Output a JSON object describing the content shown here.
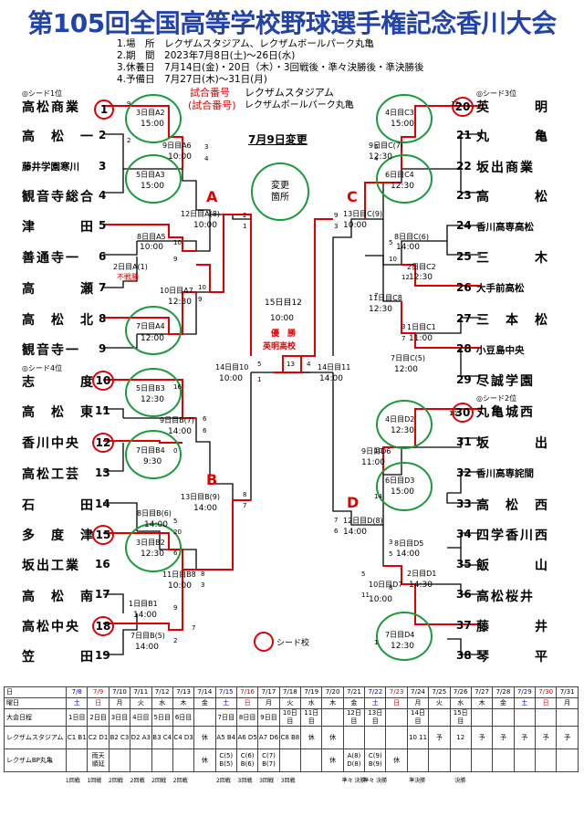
{
  "title": "第105回全国高等学校野球選手権記念香川大会",
  "info": [
    "1.場　所　レクザムスタジアム、レクザムボールパーク丸亀",
    "2.期　間　2023年7月8日(土)～26日(水)",
    "3.休養日　7月14日(金)・20日（木）・3回戦後・準々決勝後・準決勝後",
    "4.予備日　7月27日(木)～31日(月)"
  ],
  "legend": {
    "no1": "試合番号",
    "venue1": "レクザムスタジアム",
    "no2": "(試合番号)",
    "venue2": "レクザムボールパーク丸亀",
    "change_date": "7月9日変更",
    "changed": "変更\n箇所",
    "seed_label": "シード校"
  },
  "left_teams": [
    {
      "num": "1",
      "name": "高松商業",
      "seed": "◎シード1位"
    },
    {
      "num": "2",
      "name": "高　松　一"
    },
    {
      "num": "3",
      "name": "藤井学園寒川"
    },
    {
      "num": "4",
      "name": "観音寺総合"
    },
    {
      "num": "5",
      "name": "津　　　田"
    },
    {
      "num": "6",
      "name": "善通寺一"
    },
    {
      "num": "7",
      "name": "高　　　瀬"
    },
    {
      "num": "8",
      "name": "高　松　北"
    },
    {
      "num": "9",
      "name": "観音寺一"
    },
    {
      "num": "10",
      "name": "志　　　度",
      "seed": "◎シード4位"
    },
    {
      "num": "11",
      "name": "高　松　東"
    },
    {
      "num": "12",
      "name": "香川中央"
    },
    {
      "num": "13",
      "name": "高松工芸"
    },
    {
      "num": "14",
      "name": "石　　　田"
    },
    {
      "num": "15",
      "name": "多　度　津"
    },
    {
      "num": "16",
      "name": "坂出工業"
    },
    {
      "num": "17",
      "name": "高　松　南"
    },
    {
      "num": "18",
      "name": "高松中央"
    },
    {
      "num": "19",
      "name": "笠　　　田"
    }
  ],
  "right_teams": [
    {
      "num": "20",
      "name": "英　　　明",
      "seed": "◎シード3位"
    },
    {
      "num": "21",
      "name": "丸　　　亀"
    },
    {
      "num": "22",
      "name": "坂出商業"
    },
    {
      "num": "23",
      "name": "高　　　松"
    },
    {
      "num": "24",
      "name": "香川高専高松"
    },
    {
      "num": "25",
      "name": "三　　　木"
    },
    {
      "num": "26",
      "name": "大手前高松"
    },
    {
      "num": "27",
      "name": "三　本　松"
    },
    {
      "num": "28",
      "name": "小豆島中央"
    },
    {
      "num": "29",
      "name": "尽誠学園"
    },
    {
      "num": "30",
      "name": "丸亀城西",
      "seed": "◎シード2位"
    },
    {
      "num": "31",
      "name": "坂　　　出"
    },
    {
      "num": "32",
      "name": "香川高専詫間"
    },
    {
      "num": "33",
      "name": "高　松　西"
    },
    {
      "num": "34",
      "name": "四学香川西"
    },
    {
      "num": "35",
      "name": "飯　　　山"
    },
    {
      "num": "36",
      "name": "高松桜井"
    },
    {
      "num": "37",
      "name": "藤　　　井"
    },
    {
      "num": "38",
      "name": "琴　　　平"
    }
  ],
  "blocks": {
    "a": "A",
    "b": "B",
    "c": "C",
    "d": "D"
  },
  "matches_left": [
    {
      "label": "3日目A2",
      "time": "15:00"
    },
    {
      "label": "9日目A6",
      "time": "10:00"
    },
    {
      "label": "5日目A3",
      "time": "15:00"
    },
    {
      "label": "12日目A(8)",
      "time": "10:00"
    },
    {
      "label": "8日目A5",
      "time": "10:00"
    },
    {
      "label": "2日目A(1)",
      "time": "不戦勝"
    },
    {
      "label": "10日目A7",
      "time": "12:30"
    },
    {
      "label": "7日目A4",
      "time": "12:00"
    },
    {
      "label": "5日目B3",
      "time": "12:30"
    },
    {
      "label": "9日目B(7)",
      "time": "14:00"
    },
    {
      "label": "7日目B4",
      "time": "9:30"
    },
    {
      "label": "13日目B(9)",
      "time": "14:00"
    },
    {
      "label": "8日目B(6)",
      "time": "14:00"
    },
    {
      "label": "3日目B2",
      "time": "12:30"
    },
    {
      "label": "11日目B8",
      "time": "10:00"
    },
    {
      "label": "1日目B1",
      "time": "14:00"
    },
    {
      "label": "7日目B(5)",
      "time": "14:00"
    },
    {
      "label": "14日目10",
      "time": "10:00"
    }
  ],
  "matches_right": [
    {
      "label": "4日目C3",
      "time": "15:00"
    },
    {
      "label": "9日目C(7)",
      "time": "12:30"
    },
    {
      "label": "6日目C4",
      "time": "12:30"
    },
    {
      "label": "13日目C(9)",
      "time": "10:00"
    },
    {
      "label": "8日目C(6)",
      "time": "14:00"
    },
    {
      "label": "2日目C2",
      "time": "12:30"
    },
    {
      "label": "11日目C8",
      "time": "12:30"
    },
    {
      "label": "1日目C1",
      "time": "11:00"
    },
    {
      "label": "7日目C(5)",
      "time": "12:00"
    },
    {
      "label": "4日目D2",
      "time": "12:30"
    },
    {
      "label": "9日目D6",
      "time": "11:00"
    },
    {
      "label": "6日目D3",
      "time": "15:00"
    },
    {
      "label": "12日目D(8)",
      "time": "14:00"
    },
    {
      "label": "8日目D5",
      "time": "14:00"
    },
    {
      "label": "2日目D1",
      "time": "14:30"
    },
    {
      "label": "10日目D7",
      "time": "10:00"
    },
    {
      "label": "7日目D4",
      "time": "12:30"
    },
    {
      "label": "14日目11",
      "time": "14:00"
    }
  ],
  "final": {
    "label": "15日目12",
    "time": "10:00",
    "winner_title": "優　勝",
    "winner": "英明高校"
  },
  "scores": {
    "s1": "9",
    "s2": "2",
    "s3": "3",
    "s4": "4",
    "s5": "10",
    "s6": "9",
    "s7": "10",
    "s8": "9",
    "s9": "2",
    "s10": "1",
    "s11": "16",
    "s12": "6",
    "s13": "6",
    "s14": "0",
    "s15": "8",
    "s16": "7",
    "s17": "5",
    "s18": "20",
    "s19": "6",
    "s20": "8",
    "s21": "3",
    "s22": "9",
    "s23": "7",
    "s24": "2",
    "s25": "5",
    "s26": "13",
    "s27": "4",
    "s28": "1",
    "r1": "12",
    "r2": "6",
    "r3": "4",
    "r4": "9",
    "r5": "3",
    "r6": "5",
    "r7": "10",
    "r8": "12",
    "r9": "7",
    "r10": "3",
    "r11": "7",
    "r12": "10",
    "r13": "10",
    "r14": "14",
    "r15": "7",
    "r16": "6",
    "r17": "3",
    "r18": "5",
    "r19": "5",
    "r20": "8",
    "r21": "11",
    "r22": "1"
  },
  "schedule": {
    "headers": [
      "日",
      "曜日",
      "大会日程",
      "レクザムスタジアム",
      "レクザムBP丸亀"
    ],
    "dates": [
      "7/8",
      "7/9",
      "7/10",
      "7/11",
      "7/12",
      "7/13",
      "7/14",
      "7/15",
      "7/16",
      "7/17",
      "7/18",
      "7/19",
      "7/20",
      "7/21",
      "7/22",
      "7/23",
      "7/24",
      "7/25",
      "7/26",
      "7/27",
      "7/28",
      "7/29",
      "7/30",
      "7/31"
    ],
    "days": [
      "土",
      "日",
      "月",
      "火",
      "水",
      "木",
      "金",
      "土",
      "日",
      "月",
      "火",
      "水",
      "木",
      "金",
      "土",
      "日",
      "月",
      "火",
      "水",
      "木",
      "金",
      "土",
      "日",
      "月"
    ],
    "program": [
      "1日目",
      "2日目",
      "3日目",
      "4日目",
      "5日目",
      "6日目",
      "",
      "7日目",
      "8日目",
      "9日目",
      "10日目",
      "11日目",
      "",
      "12日目",
      "13日目",
      "",
      "14日目",
      "",
      "15日目",
      "",
      "",
      "",
      "",
      ""
    ],
    "stadium": [
      "C1 B1",
      "C2 D1",
      "B2 C3",
      "D2 A3",
      "B3 C4",
      "C4 D3",
      "休",
      "A5 B4",
      "A6 D5",
      "A7 D6",
      "C8 B8",
      "休",
      "休",
      "",
      "",
      "",
      "10 11",
      "予",
      "12",
      "予",
      "予",
      "予",
      "予",
      "予"
    ],
    "bp": [
      "",
      "雨天 順延",
      "",
      "",
      "",
      "",
      "休",
      "C(5) B(5)",
      "C(6) B(6)",
      "C(7) B(7)",
      "",
      "",
      "休",
      "A(8) D(8)",
      "C(9) B(9)",
      "休",
      "",
      "",
      "",
      "",
      "",
      "",
      "",
      ""
    ],
    "rounds": [
      "1回戦",
      "1回戦",
      "2回戦",
      "2回戦",
      "2回戦",
      "2回戦",
      "",
      "2回戦",
      "3回戦",
      "3回戦",
      "3回戦",
      "",
      "",
      "準々 決勝",
      "準々 決勝",
      "",
      "準決勝",
      "",
      "決勝",
      "",
      "",
      "",
      "",
      ""
    ]
  }
}
